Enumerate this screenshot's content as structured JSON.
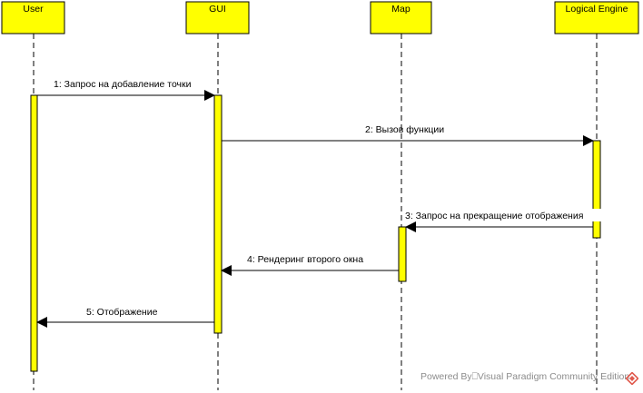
{
  "lifelines": [
    {
      "id": "user",
      "label": "User"
    },
    {
      "id": "gui",
      "label": "GUI"
    },
    {
      "id": "map",
      "label": "Map"
    },
    {
      "id": "engine",
      "label": "Logical Engine"
    }
  ],
  "messages": [
    {
      "label": "1: Запрос на добавление точки",
      "from": "user",
      "to": "gui"
    },
    {
      "label": "2: Вызов функции",
      "from": "gui",
      "to": "engine"
    },
    {
      "label": "3: Запрос на прекращение отображения",
      "from": "engine",
      "to": "map"
    },
    {
      "label": "4: Рендеринг второго окна",
      "from": "map",
      "to": "gui"
    },
    {
      "label": "5: Отображение",
      "from": "gui",
      "to": "user"
    }
  ],
  "watermark": "Powered By⎕Visual Paradigm Community Edition",
  "colors": {
    "box_fill": "#ffff00",
    "stroke": "#000000",
    "watermark": "#8c8c8c",
    "watermark_icon": "#e05a4e"
  }
}
